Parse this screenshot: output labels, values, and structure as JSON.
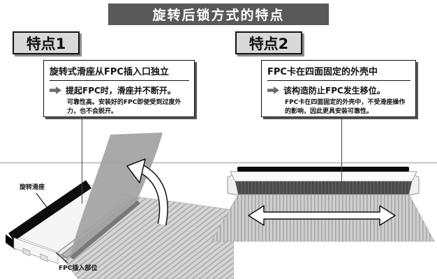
{
  "title": {
    "text": "旋转后锁方式的特点",
    "bg": "#595959",
    "fg": "#ffffff"
  },
  "features": [
    {
      "tag": "特点1",
      "header": "旋转式滑座从FPC插入口独立",
      "point": "提起FPC时，滑座并不断开。",
      "detail": "可靠性高。安装好的FPC即使受到过度外力，也不会脱开。"
    },
    {
      "tag": "特点2",
      "header": "FPC卡在四面固定的外壳中",
      "point": "该构造防止FPC发生移位。",
      "detail": "FPC卡在四面固定的外壳中，不受滑座操作的影响，因此更具安装可靠性。"
    }
  ],
  "diagram_labels": {
    "left_slider": "旋转滑座",
    "left_insert": "FPC插入部位"
  },
  "icons": {
    "point_arrow": "right-arrow",
    "left_diagram_arrow": "curved-rotation-arrow",
    "right_diagram_arrow": "double-headed-arrow"
  },
  "colors": {
    "banner_bg": "#595959",
    "tag_bg": "#d9d9d9",
    "point_arrow": "#6b6b6b",
    "slider_bar": "#0d0d0d",
    "fpc_ribbon": "#a2a2a2",
    "cable_stripe_light": "#d6d6d6",
    "cable_stripe_dark": "#a8a8a8"
  }
}
